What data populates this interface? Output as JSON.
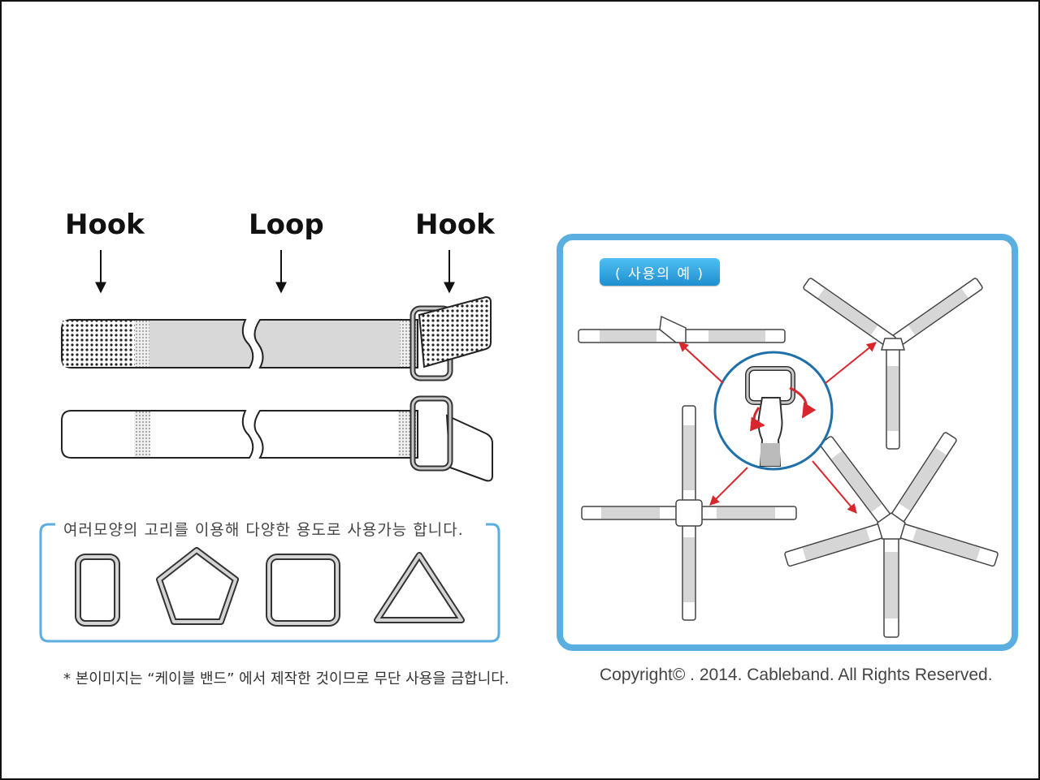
{
  "labels": {
    "hook_left": "Hook",
    "loop": "Loop",
    "hook_right": "Hook"
  },
  "shapes_caption": "여러모양의 고리를 이용해 다양한 용도로 사용가능 합니다.",
  "usage_badge": "( 사용의 예 )",
  "footnote": "* 본이미지는 “케이블 밴드” 에서 제작한 것이므로 무단 사용을 금합니다.",
  "copyright": "Copyright© . 2014. Cableband. All Rights Reserved.",
  "colors": {
    "accent_blue": "#5aaee0",
    "badge_blue": "#2a9ad8",
    "arrow_red": "#d9262c",
    "band_gray": "#d6d6d6"
  }
}
